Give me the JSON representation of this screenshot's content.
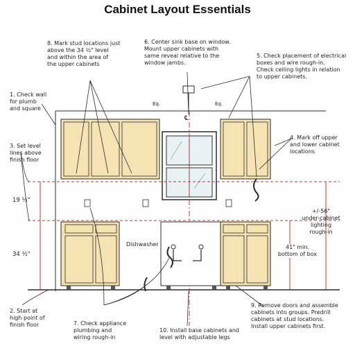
{
  "title": "Cabinet Layout Essentials",
  "notes": {
    "n1": "1. Check wall\nfor plumb\nand square",
    "n2": "2. Start at\nhigh point of\nfinish floor",
    "n3": "3. Set level\nlines above\nfinish floor",
    "n4": "4. Mark off upper\nand lower cabinet\nlocations",
    "n5": "5. Check placement of electrical\nboxes and wire rough-in.\nCheck ceiling lights in relation\nto upper cabinets.",
    "n6": "6. Center sink base on window.\nMount upper cabinets with\nsame reveal relative to the\nwindow jambs.",
    "n7": "7. Check appliance\nplumbing and\nwiring rough-in",
    "n8": "8. Mark stud locations just\nabove the 34 ½\" level\nand within the area of\nthe upper cabinets",
    "n9": "9. Remove doors and assemble\ncabinets into groups. Predrill\ncabinets at stud locations.\nInstall upper cabinets first.",
    "n10": "10. Install base cabinets and\nlevel with adjustable legs"
  },
  "dims": {
    "d1": "19 ½\"",
    "d2": "34 ½\"",
    "d3": "+/-56\"\nunder-cabinet\nlighting\nrough-in",
    "d4": "41\" min.\nbottom of box"
  },
  "labels": {
    "dishwasher": "Dishwasher",
    "eq_left": "Eq.",
    "eq_right": "Eq.",
    "centerline": "℄"
  },
  "colors": {
    "cabinet": "#f5e3b4",
    "line": "#2a2a2a",
    "level_line": "#c0392b",
    "wall": "#ffffff"
  }
}
